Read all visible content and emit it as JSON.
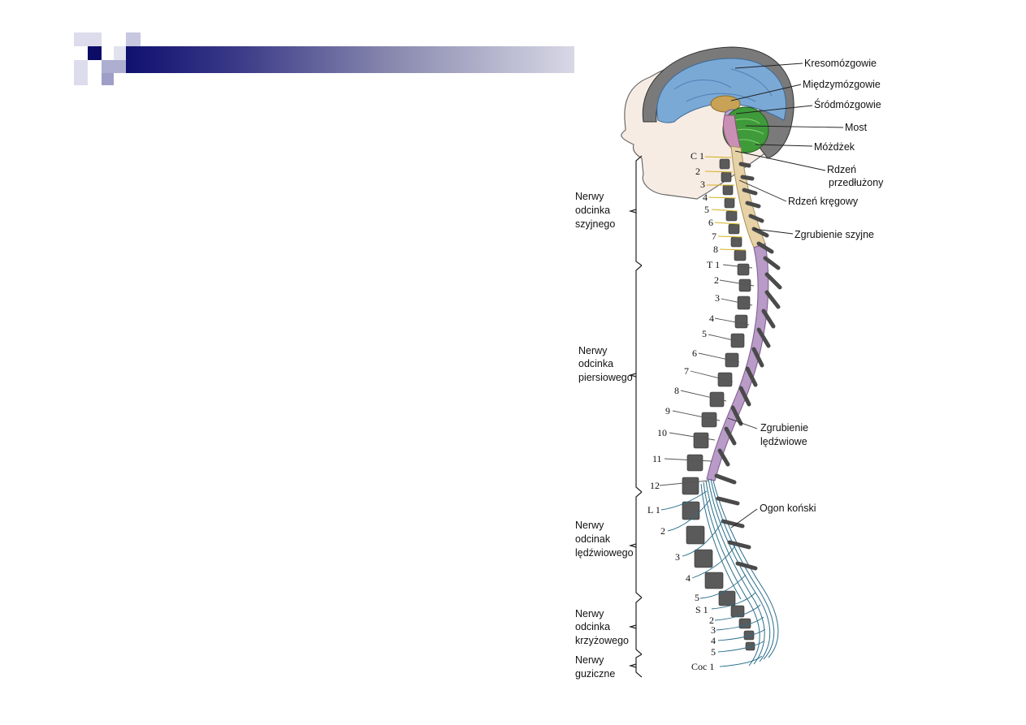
{
  "brain_labels": [
    {
      "key": "kresomozgowie",
      "text": "Kresomózgowie"
    },
    {
      "key": "miedzymozgowie",
      "text": "Międzymózgowie"
    },
    {
      "key": "srodmozgowie",
      "text": "Śródmózgowie"
    },
    {
      "key": "most",
      "text": "Most"
    },
    {
      "key": "mozdzek",
      "text": "Móżdżek"
    },
    {
      "key": "rdzen_przedluzony_1",
      "text": "Rdzeń"
    },
    {
      "key": "rdzen_przedluzony_2",
      "text": "przedłużony"
    },
    {
      "key": "rdzen_kregowy",
      "text": "Rdzeń kręgowy"
    },
    {
      "key": "zgrubienie_szyjne",
      "text": "Zgrubienie szyjne"
    },
    {
      "key": "zgrubienie_ledzwiowe_1",
      "text": "Zgrubienie"
    },
    {
      "key": "zgrubienie_ledzwiowe_2",
      "text": "lędźwiowe"
    },
    {
      "key": "ogon_konski",
      "text": "Ogon koński"
    }
  ],
  "region_labels": {
    "szyjne": [
      "Nerwy",
      "odcinka",
      "szyjnego"
    ],
    "piersiowe": [
      "Nerwy",
      "odcinka",
      "piersiowego"
    ],
    "ledzwiowe": [
      "Nerwy",
      "odcinak",
      "lędźwiowego"
    ],
    "krzyzowe": [
      "Nerwy",
      "odcinka",
      "krzyżowego"
    ],
    "guziczne": [
      "Nerwy",
      "guziczne"
    ]
  },
  "nerve_numbers": [
    "C 1",
    "2",
    "3",
    "4",
    "5",
    "6",
    "7",
    "8",
    "T 1",
    "2",
    "3",
    "4",
    "5",
    "6",
    "7",
    "8",
    "9",
    "10",
    "11",
    "12",
    "L 1",
    "2",
    "3",
    "4",
    "5",
    "S 1",
    "2",
    "3",
    "4",
    "5",
    "Coc 1"
  ],
  "colors": {
    "cerebrum": "#7aa9d6",
    "brainstem": "#c98fb5",
    "cerebellum": "#3f9a3a",
    "diencephalon": "#c8a256",
    "spinal_cord": "#e6d2a6",
    "thoracic_nerves": "#b99bc7",
    "cauda_equina": "#2a6e8a",
    "vertebra": "#5a5a5a"
  }
}
